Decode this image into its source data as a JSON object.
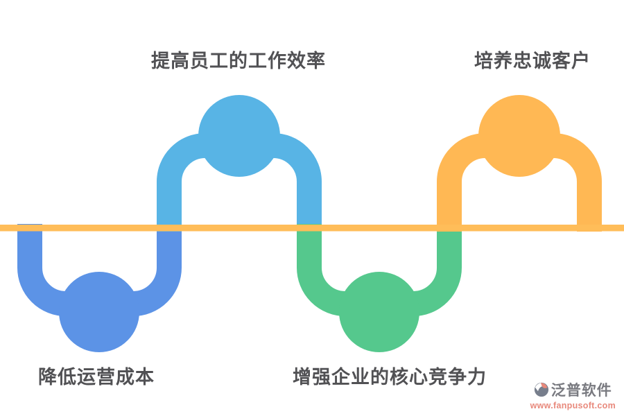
{
  "diagram": {
    "baseline_color": "#FFBD59",
    "label_color": "#515154",
    "items": [
      {
        "label": "提高员工的工作效率",
        "color": "#58B4E5",
        "position": "top"
      },
      {
        "label": "培养忠诚客户",
        "color": "#FFB854",
        "position": "top"
      },
      {
        "label": "降低运营成本",
        "color": "#5C93E6",
        "position": "bottom"
      },
      {
        "label": "增强企业的核心竞争力",
        "color": "#55C88D",
        "position": "bottom"
      }
    ]
  },
  "watermark": {
    "brand": "泛普软件",
    "url": "www.fanpusoft.com",
    "brand_color": "#797A80",
    "url_color": "#E8897C",
    "icon_gray": "#777E8C",
    "icon_accent": "#E8897C"
  }
}
